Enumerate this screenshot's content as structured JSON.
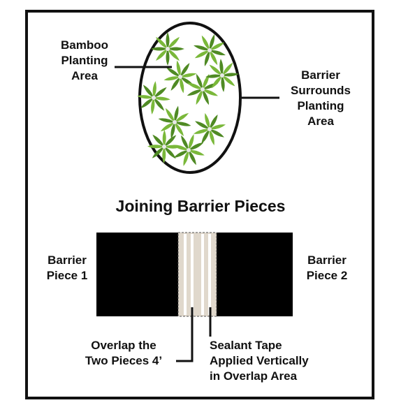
{
  "top_diagram": {
    "planting_label": "Bamboo\nPlanting\nArea",
    "barrier_label": "Barrier\nSurrounds\nPlanting\nArea"
  },
  "joining": {
    "title": "Joining Barrier Pieces",
    "piece1_label": "Barrier\nPiece 1",
    "piece2_label": "Barrier\nPiece 2",
    "overlap_label": "Overlap the\nTwo Pieces 4’",
    "tape_label": "Sealant Tape\nApplied Vertically\nin Overlap Area"
  },
  "colors": {
    "barrier": "#000000",
    "overlap": "#e0d8cc",
    "leaf": "#7ab83a",
    "leaf_dark": "#4f8a24"
  }
}
